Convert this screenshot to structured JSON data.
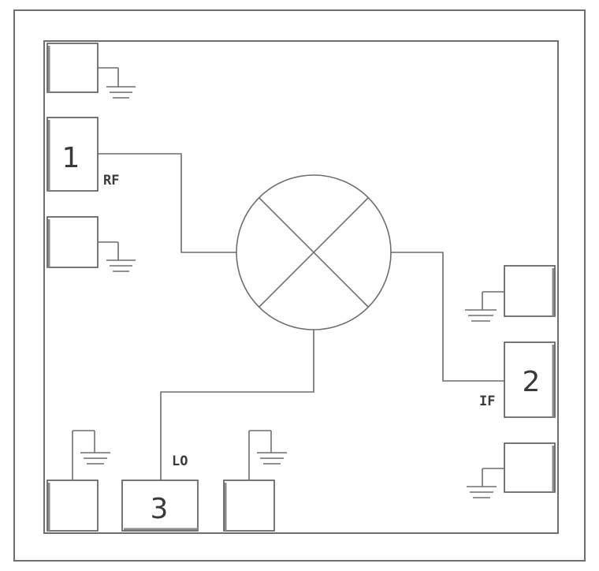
{
  "pins": [
    {
      "id": "rf",
      "number": "1",
      "label": "RF"
    },
    {
      "id": "if",
      "number": "2",
      "label": "IF"
    },
    {
      "id": "lo",
      "number": "3",
      "label": "LO"
    }
  ],
  "colors": {
    "line": "#6e6e6e",
    "pad_border": "#555555",
    "text": "#3a3a3a",
    "background": "#ffffff"
  }
}
